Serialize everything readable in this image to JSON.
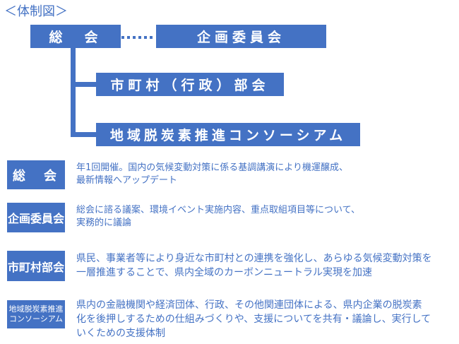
{
  "title": "＜体制図＞",
  "diagram": {
    "general_meeting": "総　会",
    "planning_committee": "企画委員会",
    "municipal_section": "市町村（行政）部会",
    "consortium": "地域脱炭素推進コンソーシアム"
  },
  "descriptions": [
    {
      "label": "総　会",
      "text_lines": [
        "年1回開催。国内の気候変動対策に係る基調講演により機運醸成、",
        "最新情報へアップデート"
      ]
    },
    {
      "label": "企画委員会",
      "text_lines": [
        "総会に諮る議案、環境イベント実施内容、重点取組項目等について、",
        "実務的に議論"
      ]
    },
    {
      "label": "市町村部会",
      "text_lines": [
        "県民、事業者等により身近な市町村との連携を強化し、あらゆる気候変動対策を",
        "一層推進することで、県内全域のカーボンニュートラル実現を加速"
      ]
    },
    {
      "label_lines": [
        "地域脱炭素推進",
        "コンソーシアム"
      ],
      "text_lines": [
        "県内の金融機関や経済団体、行政、その他関連団体による、県内企業の脱炭素",
        "化を後押しするための仕組みづくりや、支援についてを共有・議論し、実行して",
        "いくための支援体制"
      ]
    }
  ],
  "colors": {
    "accent": "#4472c4",
    "background": "#ffffff"
  }
}
